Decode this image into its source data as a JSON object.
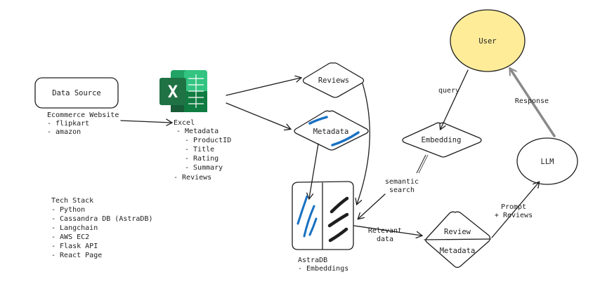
{
  "data_source": {
    "label": "Data Source",
    "notes": [
      "Ecommerce Website",
      "- flipkart",
      "- amazon"
    ]
  },
  "excel": {
    "notes": [
      "Excel",
      "- Metadata",
      "- ProductID",
      "- Title",
      "- Rating",
      "- Summary",
      "- Reviews"
    ]
  },
  "nodes": {
    "reviews": "Reviews",
    "metadata": "Metadata",
    "embedding": "Embedding",
    "user": "User",
    "llm": "LLM",
    "split_top": "Review",
    "split_bottom": "Metadata"
  },
  "astradb": {
    "notes": [
      "AstraDB",
      "- Embeddings"
    ]
  },
  "edges": {
    "query": "query",
    "response": "Response",
    "semantic": [
      "semantic",
      "search"
    ],
    "relevant": [
      "Relevant",
      "data"
    ],
    "prompt": [
      "Prompt",
      "+ Reviews"
    ]
  },
  "tech_stack": {
    "lines": [
      "Tech Stack",
      "- Python",
      "- Cassandra DB (AstraDB)",
      "- Langchain",
      "- AWS EC2",
      "- Flask API",
      "- React Page"
    ]
  },
  "colors": {
    "user_fill": "#ffec99",
    "excel_green": "#1f7244",
    "blue_stroke": "#1971c2",
    "ink": "#1e1e1e"
  }
}
